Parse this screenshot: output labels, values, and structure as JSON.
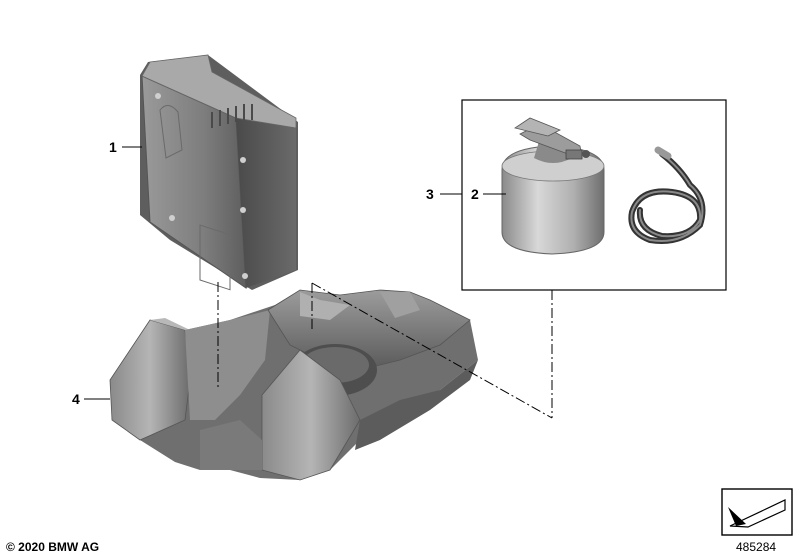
{
  "callouts": {
    "item_1": "1",
    "item_2": "2",
    "item_3": "3",
    "item_4": "4"
  },
  "footer": {
    "copyright": "© 2020 BMW AG",
    "image_number": "485284"
  },
  "icons": {
    "corner": "return-arrow-icon"
  },
  "colors": {
    "part_dark": "#555555",
    "part_mid": "#7a7a7a",
    "part_light": "#a8a8a8",
    "line": "#000000"
  }
}
